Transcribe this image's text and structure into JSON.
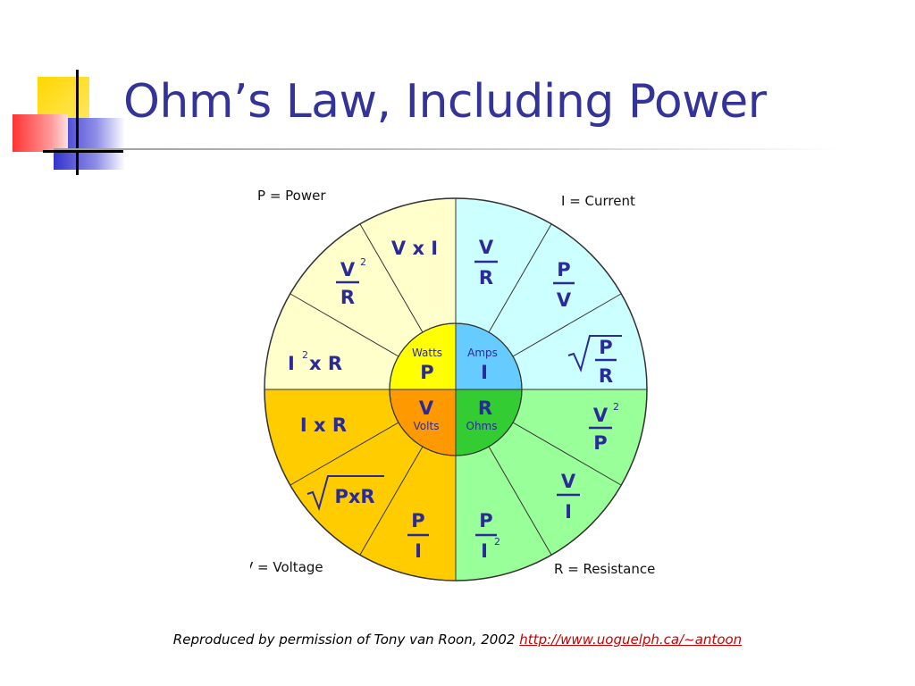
{
  "slide": {
    "title": "Ohm’s Law, Including Power",
    "credit_text": "Reproduced by permission of Tony van Roon, 2002",
    "credit_link": "http://www.uoguelph.ca/~antoon"
  },
  "colors": {
    "title": "#33339a",
    "power_outer": "#ffffcc",
    "current_outer": "#ccffff",
    "resistance_outer": "#99ff99",
    "voltage_outer": "#ffcc00",
    "power_hub": "#ffff00",
    "current_hub": "#66ccff",
    "resistance_hub": "#33cc33",
    "voltage_hub": "#ff9900",
    "formula_text": "#2a2a9a",
    "link": "#cc0000"
  },
  "wheel": {
    "corners": {
      "power": "P = Power",
      "current": "I = Current",
      "voltage": "V = Voltage",
      "resistance": "R = Resistance"
    },
    "hub": {
      "power": {
        "unit": "Watts",
        "symbol": "P"
      },
      "current": {
        "unit": "Amps",
        "symbol": "I"
      },
      "voltage": {
        "symbol": "V",
        "unit": "Volts"
      },
      "resistance": {
        "symbol": "R",
        "unit": "Ohms"
      }
    },
    "formulas": {
      "power_vxi": "V x I",
      "power_v2r": {
        "num": "V",
        "exp": "2",
        "den": "R"
      },
      "power_i2r": {
        "base": "I",
        "exp": "2",
        "rest": "x R"
      },
      "current_vr": {
        "num": "V",
        "den": "R"
      },
      "current_pv": {
        "num": "P",
        "den": "V"
      },
      "current_sqrt_pr": {
        "num": "P",
        "den": "R"
      },
      "resistance_v2p": {
        "num": "V",
        "exp": "2",
        "den": "P"
      },
      "resistance_vi": {
        "num": "V",
        "den": "I"
      },
      "resistance_pi2": {
        "num": "P",
        "den": "I",
        "exp": "2"
      },
      "voltage_ixr": "I x R",
      "voltage_sqrt_pxr": "PxR",
      "voltage_pi": {
        "num": "P",
        "den": "I"
      }
    }
  }
}
